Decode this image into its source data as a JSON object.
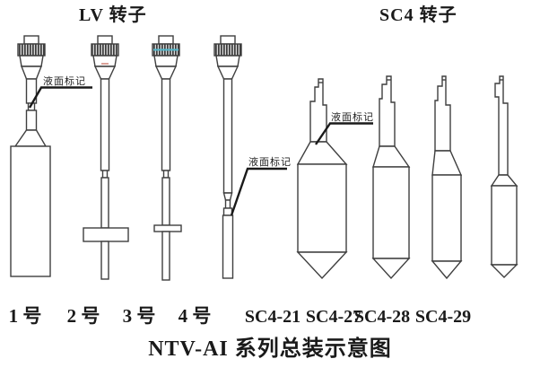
{
  "header": {
    "lv_title": "LV 转子",
    "sc4_title": "SC4 转子"
  },
  "caption": "NTV-AI 系列总装示意图",
  "annotations": {
    "mark1": "液面标记",
    "mark2": "液面标记",
    "mark3": "液面标记"
  },
  "labels": {
    "lv": [
      "1 号",
      "2 号",
      "3 号",
      "4 号"
    ],
    "sc4": [
      "SC4-21",
      "SC4-27",
      "SC4-28",
      "SC4-29"
    ]
  },
  "colors": {
    "line": "#3f3f3f",
    "leader": "#1a1a1a",
    "knurl_dark": "#3c3c3c",
    "knurl_light": "#d8d8d8",
    "artifact_teal": "#52b8cc",
    "artifact_red": "#cf8276"
  }
}
